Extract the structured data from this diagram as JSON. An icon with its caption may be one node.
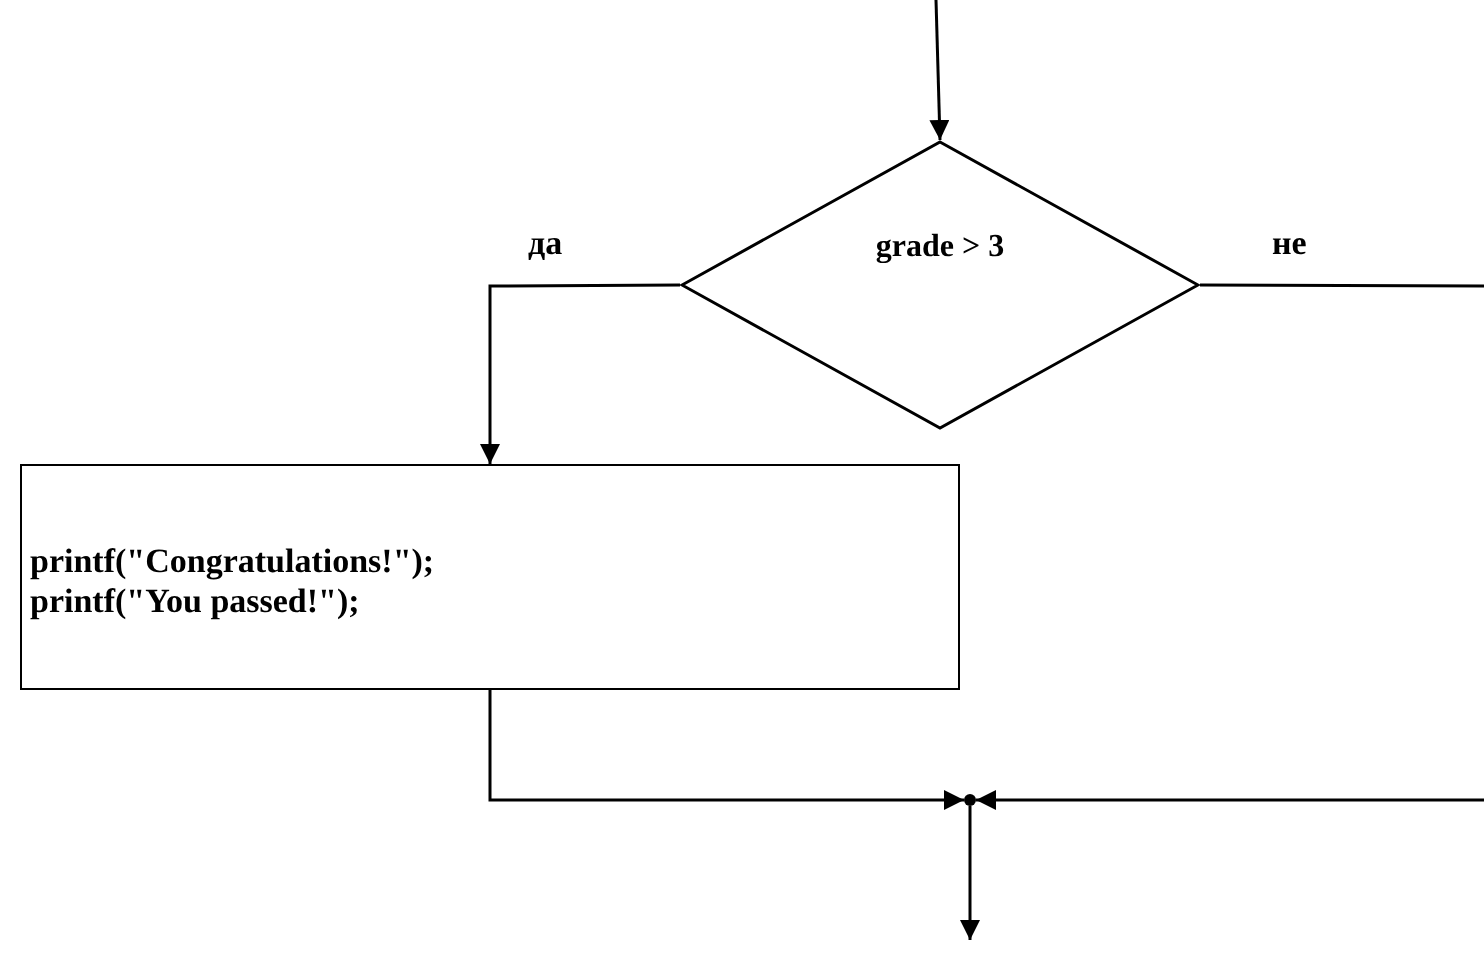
{
  "diagram": {
    "nodes": [
      {
        "text": [
          "grade > 3"
        ]
      },
      {
        "text": [
          "printf(\"Congratulations!\");",
          "printf(\"You passed!\");"
        ]
      },
      {
        "text": [],
        "shape": "point"
      }
    ],
    "edges": [
      {
        "from": null,
        "to": 0,
        "arrow": "to"
      },
      {
        "from": 0,
        "to": 1,
        "label": "да",
        "arrow": "to"
      },
      {
        "from": 0,
        "to": null,
        "label": "не",
        "arrow": "none"
      },
      {
        "from": null,
        "to": 2,
        "arrow": "to"
      },
      {
        "from": 1,
        "to": 2,
        "arrow": "to"
      },
      {
        "from": 2,
        "to": null,
        "arrow": "to"
      }
    ]
  }
}
